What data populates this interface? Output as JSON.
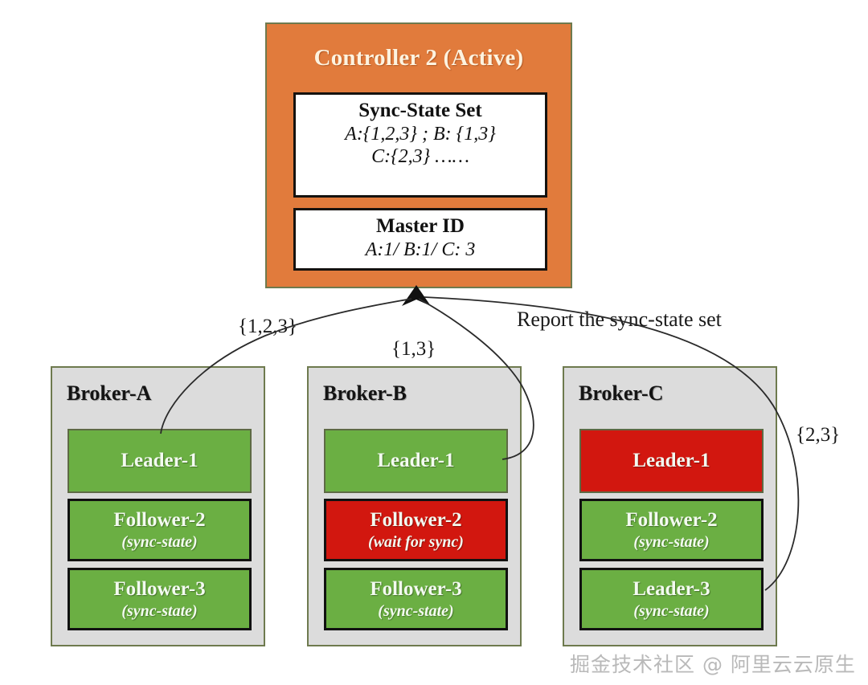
{
  "diagram": {
    "title": "Controller and broker sync-state replication diagram",
    "colors": {
      "controller_fill": "#e17b3c",
      "broker_fill": "#dcdcdc",
      "node_green": "#6baf43",
      "node_red": "#d2170f",
      "border_olive": "#6e7a4e",
      "border_black": "#111111",
      "watermark": "#b9b9b9"
    }
  },
  "controller": {
    "title": "Controller 2 (Active)",
    "sync_state_box": {
      "heading": "Sync-State Set",
      "line1": "A:{1,2,3} ; B: {1,3}",
      "line2": "C:{2,3} ……"
    },
    "master_id_box": {
      "heading": "Master ID",
      "line1": "A:1/ B:1/ C: 3"
    }
  },
  "brokers": [
    {
      "name": "Broker-A",
      "nodes": [
        {
          "label": "Leader-1",
          "sub": "",
          "state": "green",
          "border": "thin"
        },
        {
          "label": "Follower-2",
          "sub": "(sync-state)",
          "state": "green",
          "border": "thick"
        },
        {
          "label": "Follower-3",
          "sub": "(sync-state)",
          "state": "green",
          "border": "thick"
        }
      ]
    },
    {
      "name": "Broker-B",
      "nodes": [
        {
          "label": "Leader-1",
          "sub": "",
          "state": "green",
          "border": "thin"
        },
        {
          "label": "Follower-2",
          "sub": "(wait for sync)",
          "state": "red",
          "border": "thick"
        },
        {
          "label": "Follower-3",
          "sub": "(sync-state)",
          "state": "green",
          "border": "thick"
        }
      ]
    },
    {
      "name": "Broker-C",
      "nodes": [
        {
          "label": "Leader-1",
          "sub": "",
          "state": "red",
          "border": "thin"
        },
        {
          "label": "Follower-2",
          "sub": "(sync-state)",
          "state": "green",
          "border": "thick"
        },
        {
          "label": "Leader-3",
          "sub": "(sync-state)",
          "state": "green",
          "border": "thick"
        }
      ]
    }
  ],
  "edges": {
    "broker_a_label": "{1,2,3}",
    "broker_b_label": "{1,3}",
    "broker_c_label": "{2,3}",
    "report_label": "Report the sync-state set"
  },
  "watermark": {
    "text": "掘金技术社区 @ 阿里云云原生"
  }
}
